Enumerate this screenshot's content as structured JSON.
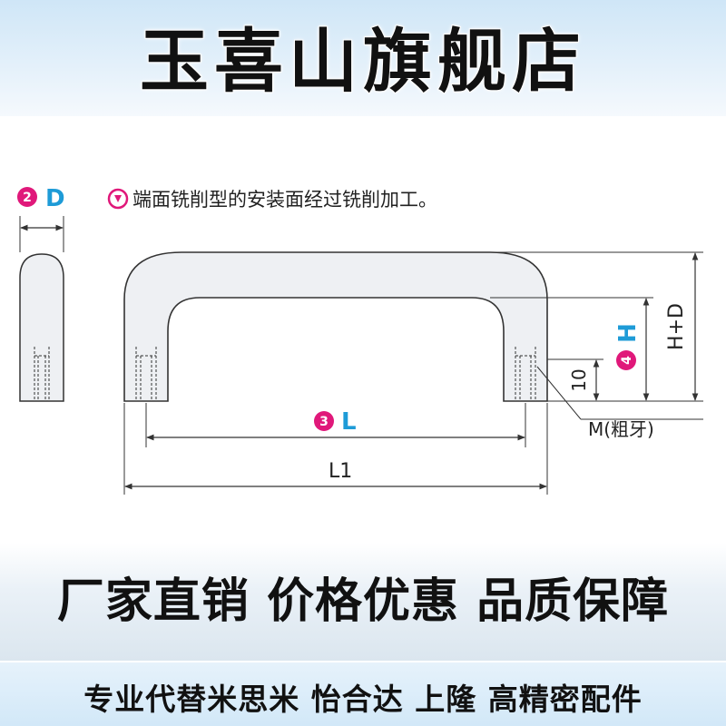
{
  "banner": {
    "store_name": "玉喜山旗舰店"
  },
  "diagram": {
    "d_marker": "2",
    "d_label": "D",
    "note_text": "端面铣削型的安装面经过铣削加工。",
    "l_marker": "3",
    "l_label": "L",
    "l1_label": "L1",
    "h_marker": "4",
    "h_label": "H",
    "hd_label": "H+D",
    "dim_10": "10",
    "thread_label": "M(粗牙)",
    "colors": {
      "accent_cyan": "#1e9bd7",
      "marker_magenta": "#e0187a",
      "part_fill": "#eef0f3",
      "line": "#333333"
    }
  },
  "slogans": {
    "primary": "厂家直销 价格优惠 品质保障",
    "secondary": "专业代替米思米 怡合达 上隆 高精密配件"
  }
}
